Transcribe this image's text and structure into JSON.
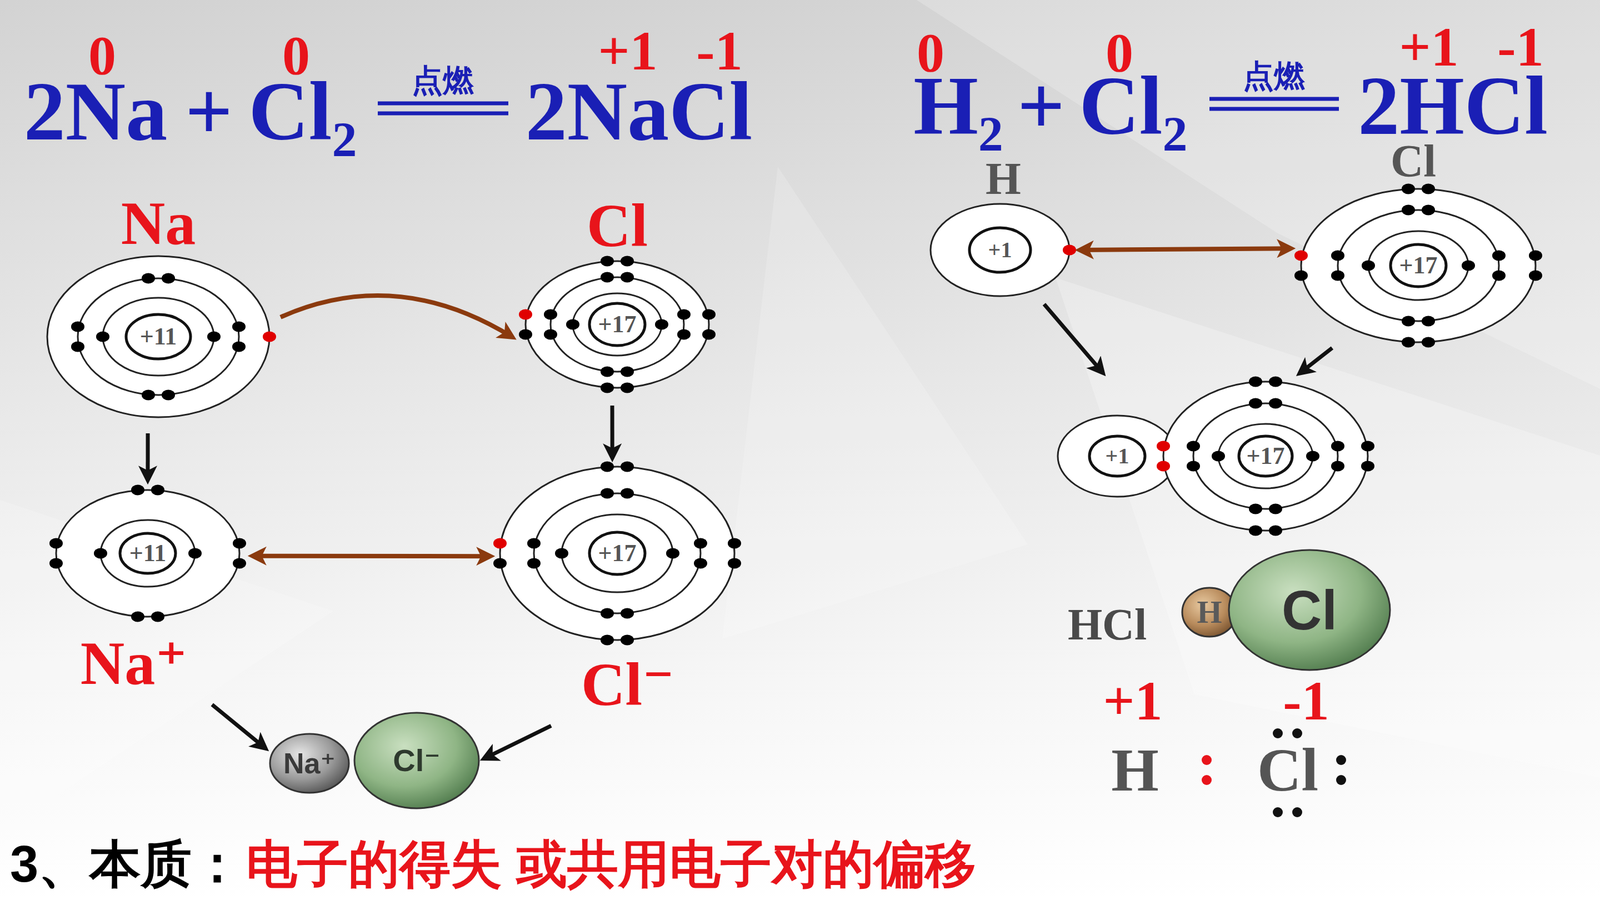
{
  "diagram": {
    "nodes": [
      {
        "text": [
          "Na",
          "+11"
        ]
      },
      {
        "text": [
          "Cl",
          "+17"
        ]
      },
      {
        "text": [
          "+11",
          "Na⁺"
        ]
      },
      {
        "text": [
          "+17",
          "Cl⁻"
        ]
      },
      {
        "text": [
          "Na⁺"
        ]
      },
      {
        "text": [
          "Cl⁻"
        ]
      },
      {
        "text": [
          "H",
          "+1"
        ]
      },
      {
        "text": [
          "Cl",
          "+17"
        ]
      },
      {
        "text": [
          "+1",
          "+17"
        ]
      },
      {
        "text": [
          "H"
        ]
      },
      {
        "text": [
          "Cl"
        ]
      }
    ],
    "edges": [
      {
        "from": 0,
        "to": 1,
        "arrow": "to"
      },
      {
        "from": 0,
        "to": 2,
        "arrow": "to"
      },
      {
        "from": 1,
        "to": 3,
        "arrow": "to"
      },
      {
        "from": 2,
        "to": 3,
        "arrow": "both"
      },
      {
        "from": 2,
        "to": 4,
        "arrow": "to"
      },
      {
        "from": 3,
        "to": 5,
        "arrow": "to"
      },
      {
        "from": 6,
        "to": 7,
        "arrow": "both"
      },
      {
        "from": 6,
        "to": 8,
        "arrow": "to"
      },
      {
        "from": 7,
        "to": 8,
        "arrow": "to"
      }
    ],
    "labels": [
      "0",
      "0",
      "+1",
      "-1",
      "2Na",
      "+",
      "Cl₂",
      "点燃",
      "2NaCl",
      "0",
      "0",
      "+1",
      "-1",
      "H₂",
      "+",
      "Cl₂",
      "点燃",
      "2HCl",
      "HCl",
      "+1",
      "-1",
      "H",
      "Cl",
      "3、本质：",
      "电子的得失 或共用电子对的偏移"
    ]
  }
}
